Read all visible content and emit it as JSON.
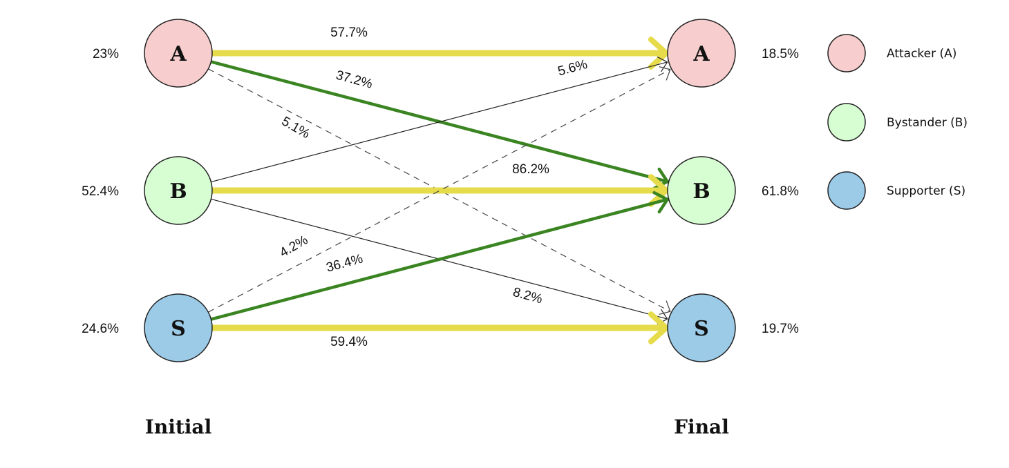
{
  "roles": [
    {
      "key": "A",
      "label": "A",
      "legend": "Attacker (A)",
      "color": "#f7cdcd",
      "initial": "23%",
      "final": "18.5%"
    },
    {
      "key": "B",
      "label": "B",
      "legend": "Bystander (B)",
      "color": "#d7fdd3",
      "initial": "52.4%",
      "final": "61.8%"
    },
    {
      "key": "S",
      "label": "S",
      "legend": "Supporter (S)",
      "color": "#9ccbe8",
      "initial": "24.6%",
      "final": "19.7%"
    }
  ],
  "columns": {
    "initial": "Initial",
    "final": "Final"
  },
  "edge_styles": {
    "stay": {
      "color": "#e6dc4b"
    },
    "to_bystander": {
      "color": "#3a8521"
    },
    "minor_solid": {
      "color": "#222222"
    },
    "minor_dashed": {
      "color": "#444444"
    }
  },
  "edges": [
    {
      "from": "A",
      "to": "A",
      "value": "57.7%",
      "style": "stay"
    },
    {
      "from": "A",
      "to": "B",
      "value": "37.2%",
      "style": "to_bystander"
    },
    {
      "from": "A",
      "to": "S",
      "value": "5.1%",
      "style": "minor_dashed"
    },
    {
      "from": "B",
      "to": "A",
      "value": "5.6%",
      "style": "minor_solid"
    },
    {
      "from": "B",
      "to": "B",
      "value": "86.2%",
      "style": "stay"
    },
    {
      "from": "B",
      "to": "S",
      "value": "8.2%",
      "style": "minor_solid"
    },
    {
      "from": "S",
      "to": "A",
      "value": "4.2%",
      "style": "minor_dashed"
    },
    {
      "from": "S",
      "to": "B",
      "value": "36.4%",
      "style": "to_bystander"
    },
    {
      "from": "S",
      "to": "S",
      "value": "59.4%",
      "style": "stay"
    }
  ]
}
